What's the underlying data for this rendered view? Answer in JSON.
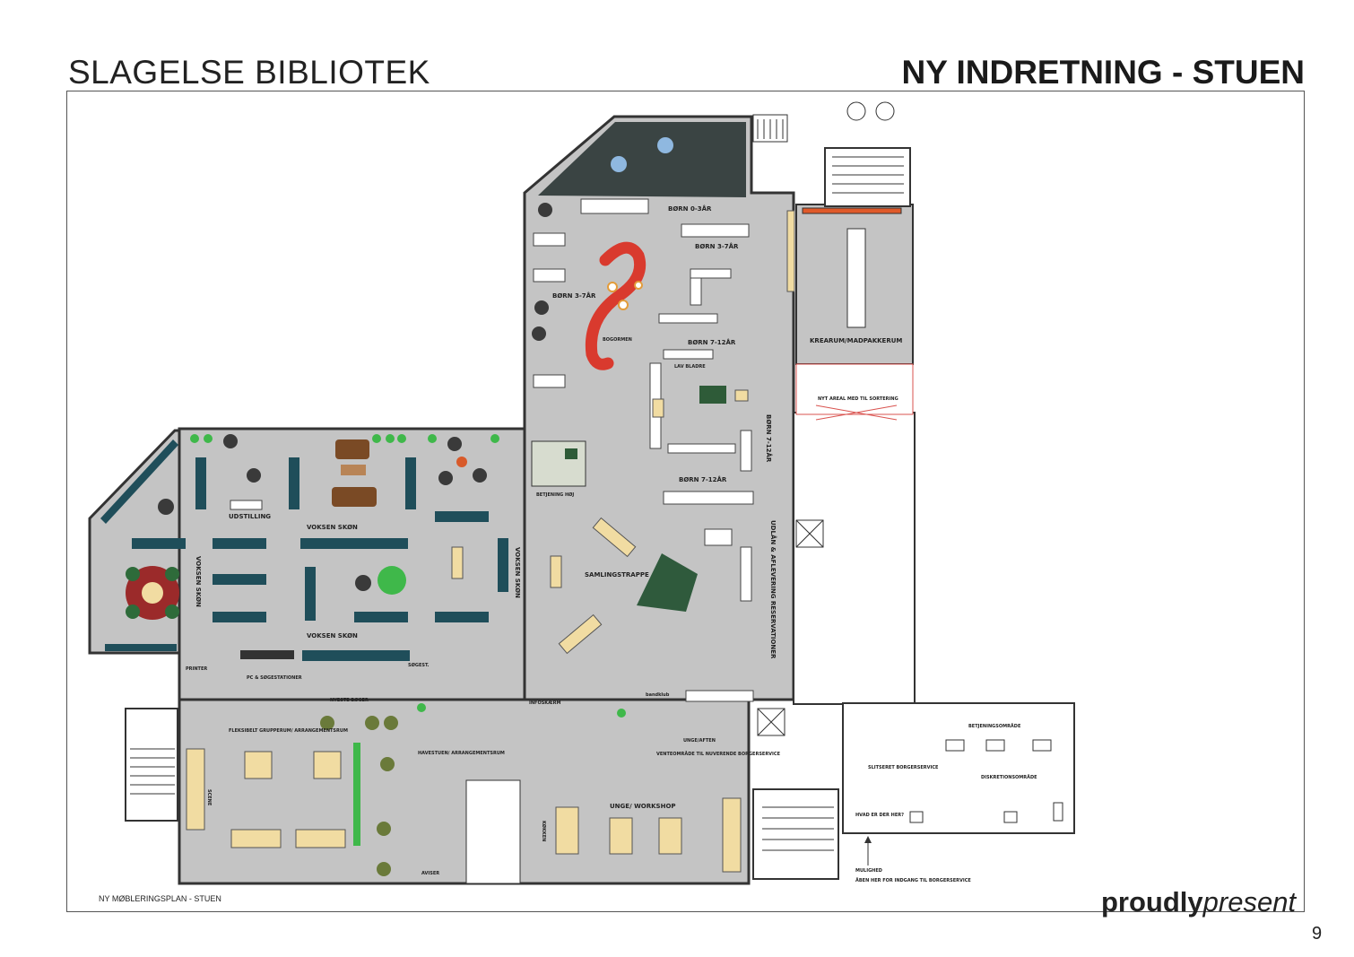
{
  "header": {
    "title_left": "SLAGELSE BIBLIOTEK",
    "title_right": "NY INDRETNING - STUEN"
  },
  "footer": {
    "caption": "NY MØBLERINGSPLAN  - STUEN",
    "brand_bold": "proudly",
    "brand_italic": "present",
    "page_number": "9"
  },
  "rooms": {
    "born_0_3": "BØRN 0-3ÅR",
    "born_3_7_a": "BØRN 3-7ÅR",
    "born_3_7_b": "BØRN 3-7ÅR",
    "bogormen": "BOGORMEN",
    "born_7_12_a": "BØRN 7-12ÅR",
    "born_7_12_b": "BØRN 7-12ÅR",
    "born_7_12_c": "BØRN 7-12ÅR",
    "krearum": "KREARUM/MADPAKKERUM",
    "nyt_areal": "NYT AREAL MED TIL SORTERING",
    "voksen_skon_1": "VOKSEN SKØN",
    "voksen_skon_2": "VOKSEN SKØN",
    "voksen_skon_3": "VOKSEN SKØN",
    "voksen_skon_4": "VOKSEN SKØN",
    "udstilling": "UDSTILLING",
    "samlingstrappe": "SAMLINGSTRAPPE",
    "udlaan": "UDLÅN & AFLEVERING  RESERVATIONER",
    "fleksibelt": "FLEKSIBELT GRUPPERUM/ ARRANGEMENTSRUM",
    "havestuen": "HAVESTUEN/ ARRANGEMENTSRUM",
    "unge_aften": "UNGE/AFTEN",
    "venteomraade": "VENTEOMRÅDE TIL NUVERENDE BORGERSERVICE",
    "unge_workshop": "UNGE/ WORKSHOP",
    "slitseret": "SLITSERET BORGERSERVICE",
    "hvad_er_der_her": "HVAD ER DER HER?",
    "mulighed": "MULIGHED",
    "aaben_her": "ÅBEN HER FOR INDGANG TIL BORGERSERVICE",
    "betjening": "BETJENING HØJ",
    "bandklub": "bandklub",
    "printer": "PRINTER",
    "sogest": "SØGEST.",
    "aviser": "AVISER",
    "infoskaerm": "INFOSKÆRM",
    "kokken": "KØKKEN",
    "scene": "SCENE",
    "nye_boger": "NYESTE BØGER",
    "lav_bladre": "LAV BLADRE",
    "diskretion": "DISKRETIONSOMRÅDE",
    "betjening_omraade": "BETJENINGSOMRÅDE",
    "pc_sogestation": "PC & SØGESTATIONER"
  },
  "colors": {
    "floor": "#c4c4c4",
    "wall": "#333333",
    "shelf_dark": "#1f4e5a",
    "sofa_brown": "#7a4a25",
    "dragon_red": "#d93a2e",
    "plant_green": "#3fb84a",
    "table_wood": "#f1dca2",
    "terrace": "#3a4443"
  }
}
